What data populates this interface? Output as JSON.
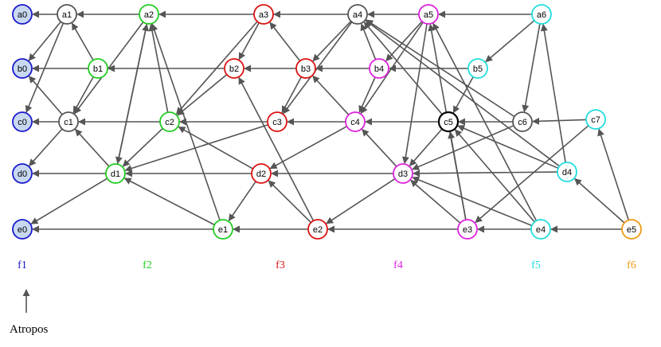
{
  "colors": {
    "f1": "#1a1acc",
    "f2": "#22cc22",
    "f3": "#dd1111",
    "f4": "#dd22dd",
    "f5": "#22dddd",
    "f6": "#ee9911",
    "gray": "#555555",
    "black": "#000000",
    "f1_fill": "#c8d8f0",
    "edge": "#555555"
  },
  "columns": [
    {
      "id": "f1",
      "label": "f1"
    },
    {
      "id": "f2",
      "label": "f2"
    },
    {
      "id": "f3",
      "label": "f3"
    },
    {
      "id": "f4",
      "label": "f4"
    },
    {
      "id": "f5",
      "label": "f5"
    },
    {
      "id": "f6",
      "label": "f6"
    }
  ],
  "caption": "Atropos",
  "nodes": [
    {
      "id": "a0",
      "label": "a0",
      "color": "f1"
    },
    {
      "id": "b0",
      "label": "b0",
      "color": "f1"
    },
    {
      "id": "c0",
      "label": "c0",
      "color": "f1"
    },
    {
      "id": "d0",
      "label": "d0",
      "color": "f1"
    },
    {
      "id": "e0",
      "label": "e0",
      "color": "f1"
    },
    {
      "id": "a1",
      "label": "a1",
      "color": "gray"
    },
    {
      "id": "b1",
      "label": "b1",
      "color": "f2"
    },
    {
      "id": "c1",
      "label": "c1",
      "color": "gray"
    },
    {
      "id": "d1",
      "label": "d1",
      "color": "f2"
    },
    {
      "id": "a2",
      "label": "a2",
      "color": "f2"
    },
    {
      "id": "c2",
      "label": "c2",
      "color": "f2"
    },
    {
      "id": "e1",
      "label": "e1",
      "color": "f2"
    },
    {
      "id": "a3",
      "label": "a3",
      "color": "f3"
    },
    {
      "id": "b2",
      "label": "b2",
      "color": "f3"
    },
    {
      "id": "b3",
      "label": "b3",
      "color": "f3"
    },
    {
      "id": "c3",
      "label": "c3",
      "color": "f3"
    },
    {
      "id": "d2",
      "label": "d2",
      "color": "f3"
    },
    {
      "id": "e2",
      "label": "e2",
      "color": "f3"
    },
    {
      "id": "a4",
      "label": "a4",
      "color": "gray"
    },
    {
      "id": "b4",
      "label": "b4",
      "color": "f4"
    },
    {
      "id": "c4",
      "label": "c4",
      "color": "f4"
    },
    {
      "id": "a5",
      "label": "a5",
      "color": "f4"
    },
    {
      "id": "d3",
      "label": "d3",
      "color": "f4"
    },
    {
      "id": "e3",
      "label": "e3",
      "color": "f4"
    },
    {
      "id": "c5",
      "label": "c5",
      "color": "black"
    },
    {
      "id": "a6",
      "label": "a6",
      "color": "f5"
    },
    {
      "id": "b5",
      "label": "b5",
      "color": "f5"
    },
    {
      "id": "c6",
      "label": "c6",
      "color": "gray"
    },
    {
      "id": "c7",
      "label": "c7",
      "color": "f5"
    },
    {
      "id": "d4",
      "label": "d4",
      "color": "f5"
    },
    {
      "id": "e4",
      "label": "e4",
      "color": "f5"
    },
    {
      "id": "e5",
      "label": "e5",
      "color": "f6"
    }
  ],
  "edges": [
    [
      "a1",
      "a0"
    ],
    [
      "a2",
      "a1"
    ],
    [
      "a3",
      "a2"
    ],
    [
      "a4",
      "a3"
    ],
    [
      "a5",
      "a4"
    ],
    [
      "a6",
      "a5"
    ],
    [
      "b1",
      "b0"
    ],
    [
      "b2",
      "b1"
    ],
    [
      "b3",
      "b2"
    ],
    [
      "b4",
      "b3"
    ],
    [
      "b5",
      "b4"
    ],
    [
      "c1",
      "c0"
    ],
    [
      "c2",
      "c1"
    ],
    [
      "c3",
      "c2"
    ],
    [
      "c4",
      "c3"
    ],
    [
      "c5",
      "c4"
    ],
    [
      "c6",
      "c5"
    ],
    [
      "c7",
      "c6"
    ],
    [
      "d1",
      "d0"
    ],
    [
      "d2",
      "d1"
    ],
    [
      "d3",
      "d2"
    ],
    [
      "d4",
      "d3"
    ],
    [
      "e1",
      "e0"
    ],
    [
      "e2",
      "e1"
    ],
    [
      "e3",
      "e2"
    ],
    [
      "e4",
      "e3"
    ],
    [
      "e5",
      "e4"
    ],
    [
      "a1",
      "b0"
    ],
    [
      "a1",
      "c0"
    ],
    [
      "b1",
      "a1"
    ],
    [
      "b1",
      "c1"
    ],
    [
      "c1",
      "b0"
    ],
    [
      "c1",
      "d0"
    ],
    [
      "d1",
      "c1"
    ],
    [
      "d1",
      "e0"
    ],
    [
      "a2",
      "c1"
    ],
    [
      "a2",
      "d1"
    ],
    [
      "c2",
      "a2"
    ],
    [
      "c2",
      "d1"
    ],
    [
      "d1",
      "a2"
    ],
    [
      "e1",
      "d1"
    ],
    [
      "e1",
      "a2"
    ],
    [
      "a3",
      "b2"
    ],
    [
      "a3",
      "c2"
    ],
    [
      "b2",
      "c2"
    ],
    [
      "b3",
      "a3"
    ],
    [
      "b3",
      "c3"
    ],
    [
      "c3",
      "d1"
    ],
    [
      "d2",
      "c2"
    ],
    [
      "d2",
      "e1"
    ],
    [
      "e2",
      "d2"
    ],
    [
      "e2",
      "b2"
    ],
    [
      "a4",
      "b3"
    ],
    [
      "a4",
      "c3"
    ],
    [
      "b4",
      "a4"
    ],
    [
      "b4",
      "c4"
    ],
    [
      "c4",
      "b3"
    ],
    [
      "c4",
      "d2"
    ],
    [
      "d3",
      "c4"
    ],
    [
      "d3",
      "e2"
    ],
    [
      "a5",
      "c4"
    ],
    [
      "a5",
      "d3"
    ],
    [
      "a5",
      "b4"
    ],
    [
      "c5",
      "a4"
    ],
    [
      "c5",
      "d3"
    ],
    [
      "e3",
      "d3"
    ],
    [
      "e3",
      "c5"
    ],
    [
      "a6",
      "b5"
    ],
    [
      "a6",
      "c6"
    ],
    [
      "b5",
      "c5"
    ],
    [
      "c6",
      "a4"
    ],
    [
      "c6",
      "d3"
    ],
    [
      "c7",
      "e3"
    ],
    [
      "d4",
      "a4"
    ],
    [
      "d4",
      "c5"
    ],
    [
      "d4",
      "a6"
    ],
    [
      "e4",
      "a5"
    ],
    [
      "e4",
      "c5"
    ],
    [
      "e4",
      "d3"
    ],
    [
      "e5",
      "d4"
    ],
    [
      "e5",
      "c7"
    ],
    [
      "e3",
      "a5"
    ]
  ]
}
